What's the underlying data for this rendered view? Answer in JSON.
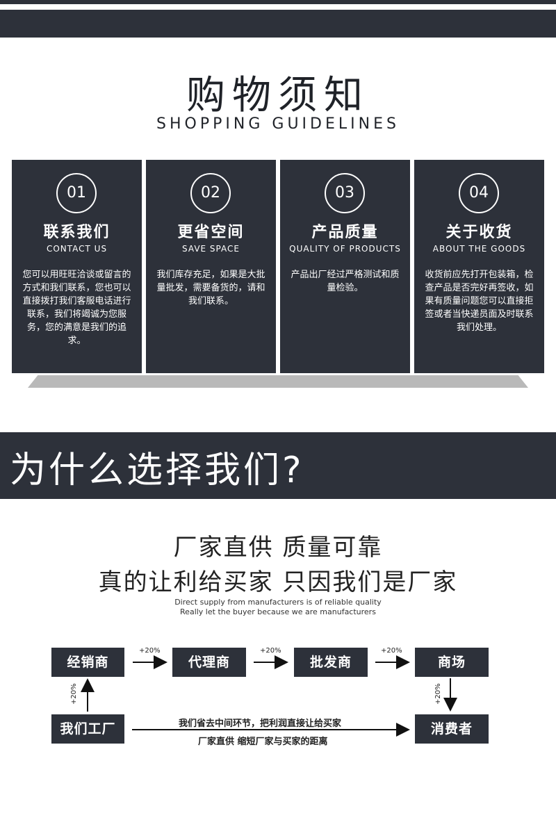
{
  "header": {
    "title_cn": "购物须知",
    "title_en": "SHOPPING GUIDELINES"
  },
  "guidelines": [
    {
      "num": "01",
      "title": "联系我们",
      "subtitle": "CONTACT US",
      "body": "您可以用旺旺洽谈或留言的方式和我们联系，您也可以直接拨打我们客服电话进行联系，我们将竭诚为您服务，您的满意是我们的追求。"
    },
    {
      "num": "02",
      "title": "更省空间",
      "subtitle": "SAVE SPACE",
      "body": "我们库存充足，如果是大批量批发，需要备货的，请和我们联系。"
    },
    {
      "num": "03",
      "title": "产品质量",
      "subtitle": "QUALITY OF PRODUCTS",
      "body": "产品出厂经过严格测试和质量检验。"
    },
    {
      "num": "04",
      "title": "关于收货",
      "subtitle": "ABOUT THE GOODS",
      "body": "收货前应先打开包装箱，检查产品是否完好再签收，如果有质量问题您可以直接拒签或者当快递员面及时联系我们处理。"
    }
  ],
  "why": {
    "title": "为什么选择我们?"
  },
  "slogan": {
    "line1": "厂家直供 质量可靠",
    "line2": "真的让利给买家 只因我们是厂家",
    "en_line1": "Direct supply from manufacturers is of reliable quality",
    "en_line2": "Really let the buyer because we are manufacturers"
  },
  "flow": {
    "dealer": "经销商",
    "agent": "代理商",
    "wholesaler": "批发商",
    "mall": "商场",
    "factory": "我们工厂",
    "consumer": "消费者",
    "markup": "+20%",
    "note1": "我们省去中间环节，把利润直接让给买家",
    "note2": "厂家直供 缩短厂家与买家的距离"
  }
}
